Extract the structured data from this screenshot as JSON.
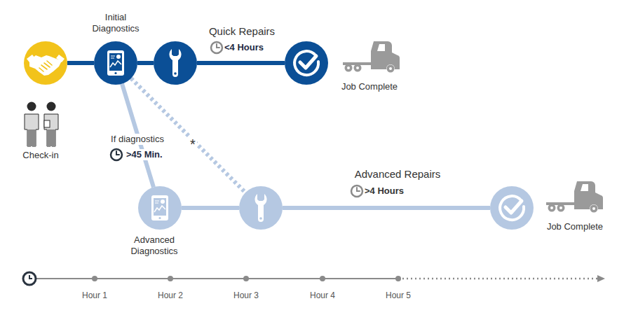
{
  "diagram": {
    "nodes": [
      {
        "text": [
          "Check-in"
        ]
      },
      {
        "text": [
          "Initial Diagnostics"
        ]
      },
      {
        "text": []
      },
      {
        "text": []
      },
      {
        "text": [
          "Job Complete"
        ]
      },
      {
        "text": [
          "Advanced Diagnostics"
        ]
      },
      {
        "text": []
      },
      {
        "text": []
      },
      {
        "text": [
          "Job Complete"
        ]
      }
    ],
    "edges": [
      {
        "from": 0,
        "to": 1,
        "arrow": "none"
      },
      {
        "from": 1,
        "to": 2,
        "arrow": "none"
      },
      {
        "from": 2,
        "to": 3,
        "label": "Quick Repairs",
        "arrow": "none"
      },
      {
        "from": 1,
        "to": 5,
        "label": "If diagnostics",
        "arrow": "none"
      },
      {
        "from": 1,
        "to": 6,
        "label": "*",
        "arrow": "none"
      },
      {
        "from": 5,
        "to": 6,
        "arrow": "none"
      },
      {
        "from": 6,
        "to": 7,
        "label": "Advanced Repairs",
        "arrow": "none"
      }
    ],
    "labels": [
      "<4 Hours",
      ">45 Min.",
      ">4 Hours",
      "Hour 1",
      "Hour 2",
      "Hour 3",
      "Hour 4",
      "Hour 5"
    ]
  }
}
